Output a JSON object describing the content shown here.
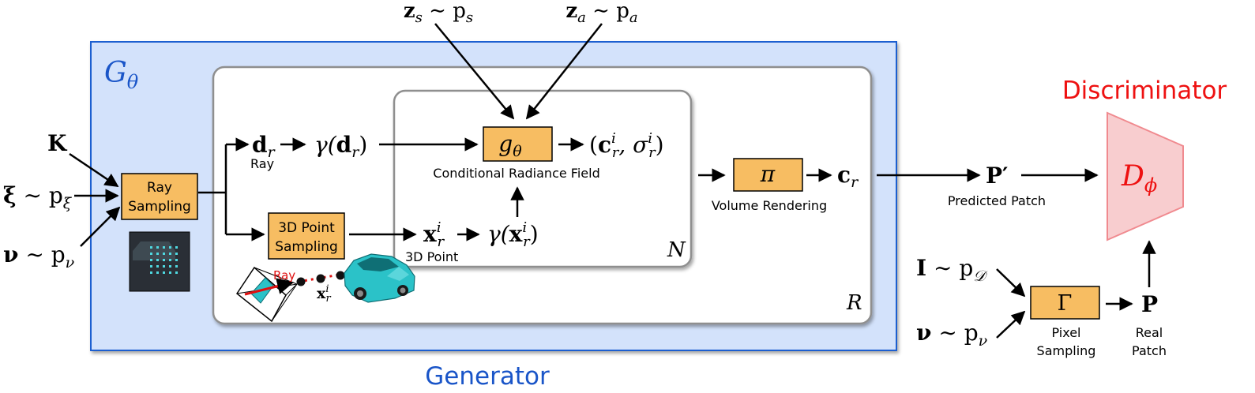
{
  "generator": {
    "symbol_main": "G",
    "symbol_sub": "θ",
    "label": "Generator"
  },
  "inputs": {
    "K": "K",
    "xi": {
      "bold": "ξ",
      "rest": " ∼ p",
      "sub": "ξ"
    },
    "nu": {
      "bold": "ν",
      "rest": " ∼ p",
      "sub": "ν"
    }
  },
  "latents": {
    "zs": {
      "bold": "z",
      "sub": "s",
      "rest": " ∼ p",
      "dist_sub": "s"
    },
    "za": {
      "bold": "z",
      "sub": "a",
      "rest": " ∼ p",
      "dist_sub": "a"
    }
  },
  "blocks": {
    "ray_sampling": [
      "Ray",
      "Sampling"
    ],
    "point_sampling": [
      "3D Point",
      "Sampling"
    ],
    "g_theta": {
      "main": "g",
      "sub": "θ"
    },
    "pi": "π",
    "gamma_pixel": "Γ"
  },
  "ray_branch": {
    "d": {
      "bold": "d",
      "sub": "r"
    },
    "d_caption": "Ray",
    "gamma_d": {
      "pre": "γ(",
      "bold": "d",
      "sub": "r",
      "post": ")"
    }
  },
  "point_branch": {
    "x": {
      "bold": "x",
      "sub": "r",
      "sup": "i"
    },
    "x_caption": "3D Point",
    "gamma_x": {
      "pre": "γ(",
      "bold": "x",
      "sub": "r",
      "sup": "i",
      "post": ")"
    }
  },
  "radiance": {
    "output": {
      "pre": "(",
      "c_bold": "c",
      "c_sub": "r",
      "c_sup": "i",
      "mid": ", σ",
      "s_sub": "r",
      "s_sup": "i",
      "post": ")"
    },
    "caption": "Conditional Radiance Field",
    "loop_var": "N"
  },
  "outer_loop_var": "R",
  "volume": {
    "caption": "Volume Rendering",
    "output": {
      "bold": "c",
      "sub": "r"
    }
  },
  "predicted": {
    "symbol": "P′",
    "caption": "Predicted Patch"
  },
  "real_branch": {
    "I": {
      "bold": "I",
      "rest": " ∼ p",
      "sub": "𝒟"
    },
    "nu": {
      "bold": "ν",
      "rest": " ∼ p",
      "sub": "ν"
    },
    "pixel_caption": [
      "Pixel",
      "Sampling"
    ],
    "P": "P",
    "real_caption": [
      "Real",
      "Patch"
    ]
  },
  "discriminator": {
    "title": "Discriminator",
    "symbol_main": "D",
    "symbol_sub": "ϕ"
  },
  "illustration": {
    "ray_label": "Ray",
    "x": {
      "bold": "x",
      "sub": "r",
      "sup": "i"
    }
  },
  "colors": {
    "generator_fill": "#d3e2fb",
    "generator_stroke": "#1f5fd0",
    "generator_text": "#1a55c8",
    "block_fill": "#f7bd62",
    "discriminator_fill": "#f8cdcf",
    "discriminator_stroke": "#f08a8f",
    "discriminator_text": "#ee1111",
    "car": "#2bc2c8",
    "ray": "#e01010"
  }
}
